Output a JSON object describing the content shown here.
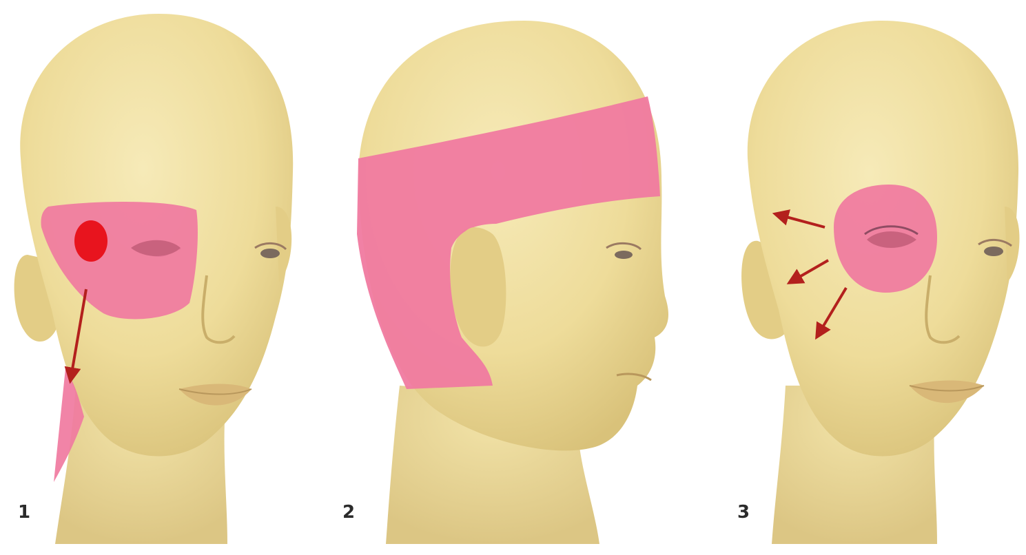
{
  "panels": [
    {
      "number": "1",
      "view": "front-left",
      "highlight": "cheek-eye-region",
      "has_spot": true,
      "arrows": 1
    },
    {
      "number": "2",
      "view": "side-profile",
      "highlight": "headband-band",
      "has_spot": false,
      "arrows": 0
    },
    {
      "number": "3",
      "view": "front-left",
      "highlight": "orbital-region",
      "has_spot": false,
      "arrows": 3
    }
  ],
  "colors": {
    "background": "#ffffff",
    "skin": "#eedc9a",
    "skin_shadow": "#d9c27a",
    "highlight": "#f07aa0",
    "spot": "#e8141e",
    "arrow": "#b3201d",
    "number": "#2b2b2b"
  }
}
